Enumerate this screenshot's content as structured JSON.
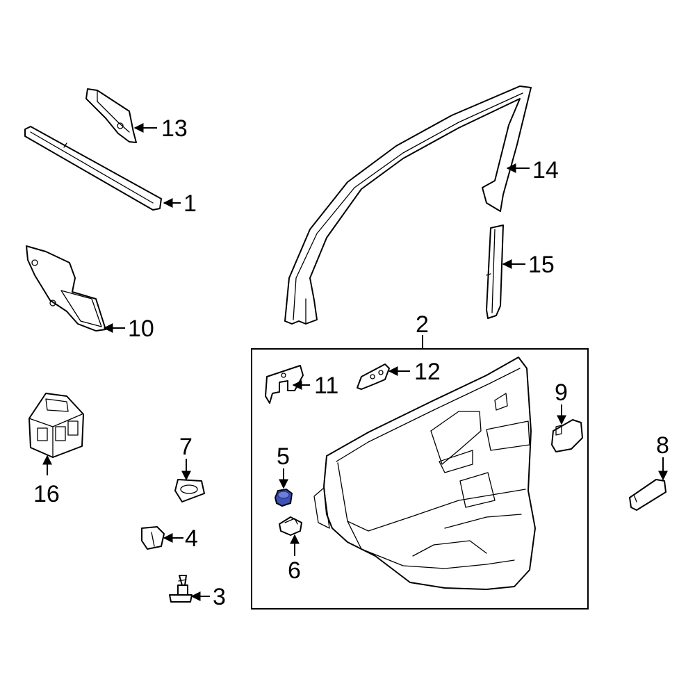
{
  "callouts": {
    "p1": "1",
    "p2": "2",
    "p3": "3",
    "p4": "4",
    "p5": "5",
    "p6": "6",
    "p7": "7",
    "p8": "8",
    "p9": "9",
    "p10": "10",
    "p11": "11",
    "p12": "12",
    "p13": "13",
    "p14": "14",
    "p15": "15",
    "p16": "16"
  },
  "colors": {
    "line": "#000000",
    "background": "#ffffff",
    "highlight": "#3d52b8"
  }
}
